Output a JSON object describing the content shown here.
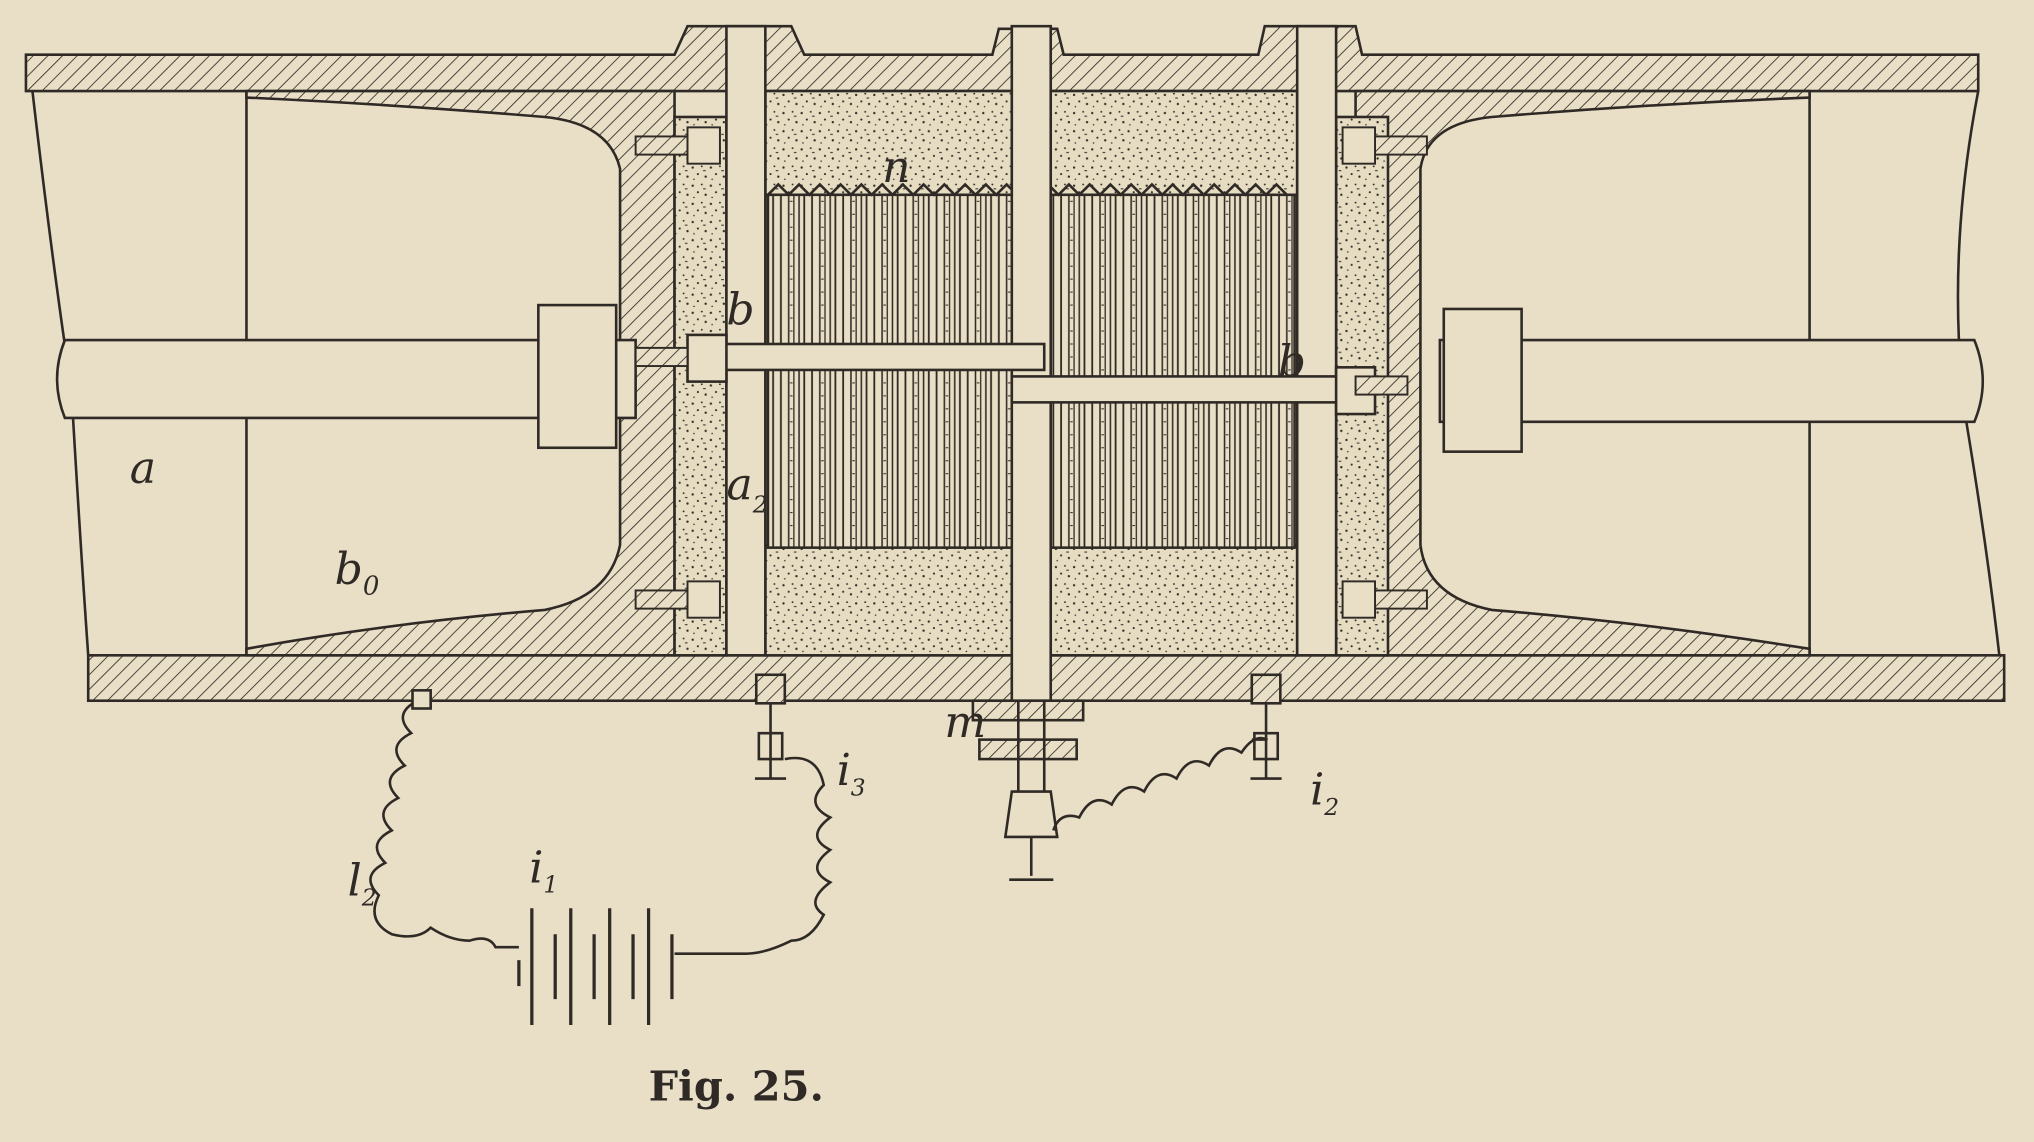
{
  "figure": {
    "caption": "Fig. 25.",
    "labels": {
      "a": "a",
      "b0": "b",
      "b0_sub": "0",
      "n": "n",
      "b_left": "b",
      "b_right": "b",
      "a2": "a",
      "a2_sub": "2",
      "m": "m",
      "i1": "i",
      "i1_sub": "1",
      "i2": "i",
      "i2_sub": "2",
      "i3": "i",
      "i3_sub": "3",
      "l2": "l",
      "l2_sub": "2"
    },
    "colors": {
      "paper": "#e9dfc6",
      "ink": "#2f2a25"
    }
  }
}
